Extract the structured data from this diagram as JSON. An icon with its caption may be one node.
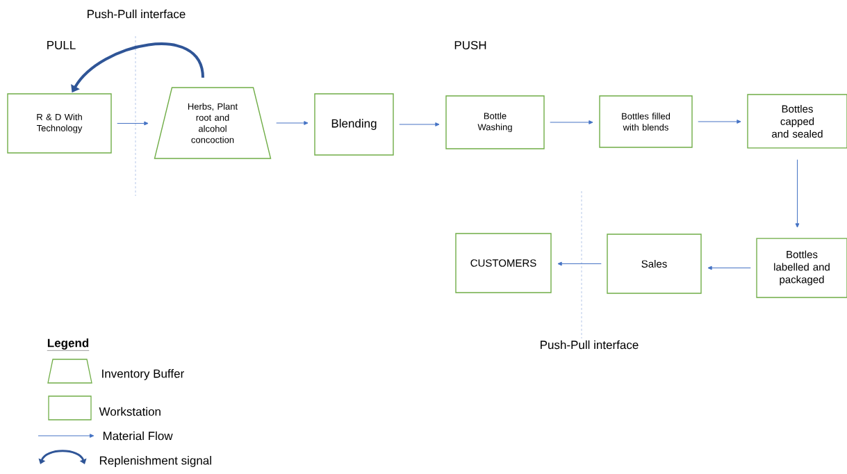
{
  "diagram": {
    "nodes": [
      {
        "text": [
          "R & D With Technology"
        ]
      },
      {
        "text": [
          "Herbs, Plant root and alcohol concoction"
        ]
      },
      {
        "text": [
          "Blending"
        ]
      },
      {
        "text": [
          "Bottle Washing"
        ]
      },
      {
        "text": [
          "Bottles filled with blends"
        ]
      },
      {
        "text": [
          "Bottles capped and sealed"
        ]
      },
      {
        "text": [
          "Bottles labelled and packaged"
        ]
      },
      {
        "text": [
          "Sales"
        ]
      },
      {
        "text": [
          "CUSTOMERS"
        ]
      }
    ],
    "edges": [
      {
        "from": 0,
        "to": 1,
        "arrow": "to"
      },
      {
        "from": 1,
        "to": 2,
        "arrow": "to"
      },
      {
        "from": 2,
        "to": 3,
        "arrow": "to"
      },
      {
        "from": 3,
        "to": 4,
        "arrow": "to"
      },
      {
        "from": 4,
        "to": 5,
        "arrow": "to"
      },
      {
        "from": 5,
        "to": 6,
        "arrow": "to"
      },
      {
        "from": 6,
        "to": 7,
        "arrow": "to"
      },
      {
        "from": 7,
        "to": 8,
        "arrow": "to"
      },
      {
        "from": 1,
        "to": 0,
        "arrow": "to",
        "style": "thick",
        "color": "#2f5597"
      }
    ],
    "labels": [
      "Push-Pull interface",
      "PULL",
      "PUSH",
      "Push-Pull interface",
      "Legend"
    ],
    "legend": [
      {
        "text": "Inventory Buffer"
      },
      {
        "text": "Workstation"
      },
      {
        "text": "Material Flow"
      },
      {
        "text": "Replenishment signal"
      }
    ]
  }
}
